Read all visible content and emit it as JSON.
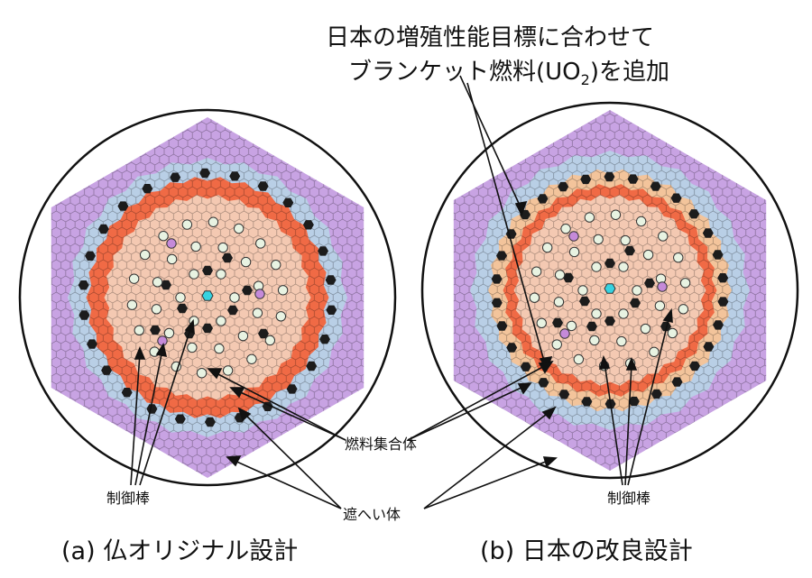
{
  "callout": {
    "line1": "日本の増殖性能目標に合わせて",
    "line2_pre": "ブランケット燃料(UO",
    "line2_sub": "2",
    "line2_post": ")を追加"
  },
  "labels": {
    "fuel_assembly": "燃料集合体",
    "shield": "遮へい体",
    "control_rod_a": "制御棒",
    "control_rod_b": "制御棒"
  },
  "captions": {
    "a": "(a) 仏オリジナル設計",
    "b": "(b) 日本の改良設計"
  },
  "colors": {
    "shield_outer": "#c8a3e3",
    "reflector": "#b9cfe6",
    "outer_core": "#f06a45",
    "blanket": "#f3c49b",
    "inner_core": "#f4c9b2",
    "control_rod": "#1c1c1c",
    "diluent": "#36d2e0",
    "pin_green": "#e8f3e2",
    "pin_purple": "#c58ad9",
    "hex_line": "#8a8a8a",
    "vessel": "#111111"
  }
}
